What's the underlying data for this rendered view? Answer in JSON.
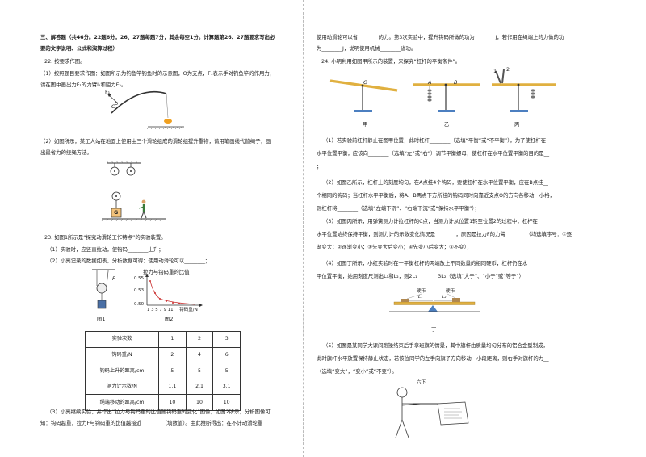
{
  "left": {
    "section_head": [
      "三、解答题（共46分。22题6分，26、27题每题7分，其余每空1分。计算题第26、27题要求写出必",
      "要的文字说明、公式和演算过程）"
    ],
    "q22": {
      "title": "22.  按要求作图。",
      "p1": [
        "（1）按照题目要求作图：如图所示为钓鱼竿钓鱼时的示意图，O为支点，F₁表示手对钓鱼竿的作用力，",
        "请在图中画出力F₁的力臂l₁和阻力F₂。"
      ],
      "fig1_labels": {
        "f1": "F₁",
        "o": "O"
      },
      "p2": [
        "（2）如图所示，某工人站在地面上使用由三个滑轮组成的滑轮组提升重物，请用笔画线代替绳子，画",
        "出最省力的绕绳方法。"
      ],
      "fig2_labels": {
        "g": "G"
      }
    },
    "q23": {
      "title": "23.  如图1所示是“探究动滑轮工作特点”的实验装置。",
      "l1": "（1）实验时，应竖直拉动，使钩码________上升；",
      "l2": "（2）小亮记录的数据如表，分析数据可得：使用动滑轮可以________；",
      "graph": {
        "title": "拉力与钩码重的比值",
        "yticks": [
          "0.55",
          "0.53",
          "0.50"
        ],
        "xticks": "1  3  5  7  9 11",
        "xlabel": "钩码重/N",
        "caption1": "图1",
        "caption2": "图2",
        "force_label": "F"
      },
      "table": {
        "header": [
          "实验次数",
          "1",
          "2",
          "3"
        ],
        "rows": [
          [
            "钩码重/N",
            "2",
            "4",
            "6"
          ],
          [
            "钩码上升的距离/cm",
            "5",
            "5",
            "5"
          ],
          [
            "测力计示数/N",
            "1.1",
            "2.1",
            "3.1"
          ],
          [
            "绳端移动的距离/cm",
            "10",
            "10",
            "10"
          ]
        ]
      },
      "l3": [
        "（3）小亮继续实验，并作出“拉力与钩码重的比值随钩码重的变化”图像，如图2所示，分析图像可",
        "知：钩码越重，拉力F与钩码重的比值越接近________（填数值）。由此推断得出：在不计动滑轮重"
      ]
    }
  },
  "right": {
    "cont": [
      "使用动滑轮可以省________的力。第3次实验中，提升钩码所做的功为________J，若作用在绳端上的力做的功",
      "为________J，说明使用机械________省功。"
    ],
    "q24": {
      "title": "24.  小明利用如图甲所示的装置，来探究“杠杆的平衡条件”。",
      "captions": [
        "甲",
        "乙",
        "丙"
      ],
      "pt_labels": {
        "o": "O",
        "a": "A",
        "b": "B",
        "n1": "1",
        "n2": "2"
      },
      "p1": [
        "（1）若实验前杠杆静止在图甲位置，此时杠杆________（选填“平衡”或“不平衡”），为了使杠杆在",
        "水平位置平衡，应该向________（选填“左”或“右”）调节平衡螺母，使杠杆在水平位置平衡的目的是__",
        "；"
      ],
      "p2": [
        "（2）如图乙所示，杠杆上的刻度均匀，在A点挂4个钩码，要使杠杆在水平位置平衡，应在B点挂__",
        "个相同的钩码；当杠杆水平平衡后，将A、B两点下方所挂的钩码同时向靠近支点O的方向各移动一小格，",
        "则杠杆将________（选填“左端下沉”、“右端下沉”或“保持水平平衡”）；"
      ],
      "p3": [
        "（3）如图丙所示，用弹簧测力计拉杠杆的C点，当测力计从位置1转至位置2的过程中，杠杆在",
        "水平位置始终保持平衡，则测力计的示数变化情况是________，原因是拉力F的力臂________（均选填序号：①逐",
        "渐变大；②逐渐变小；③先变大后变小；④先变小后变大；⑤不变）；"
      ],
      "p4": [
        "（4）如图丁所示，小红实验时在一平衡杠杆的两端放上不同数量的相同硬币，杠杆仍在水",
        "平位置平衡，她用刻度尺测出L₁和L₂，则2L₁________3L₂（选填“大于”、“小于”或“等于”）"
      ],
      "fig_ding": {
        "left": "硬币",
        "right": "硬币",
        "l1": "L₁",
        "l2": "L₂",
        "caption": "丁"
      },
      "p5": [
        "（5）如图是某同学大课间跑操结束后手拿班旗的情景，其中旗杆由质量均匀分布的铝合金型制成，",
        "此时旗杆水平放置保持静止状态，若该位同学的左手向旗子方向移动一小段距离，则右手对旗杆的力__",
        "（选填“变大”，“变小”或“不变”）。"
      ],
      "flag_text": "六下"
    }
  }
}
